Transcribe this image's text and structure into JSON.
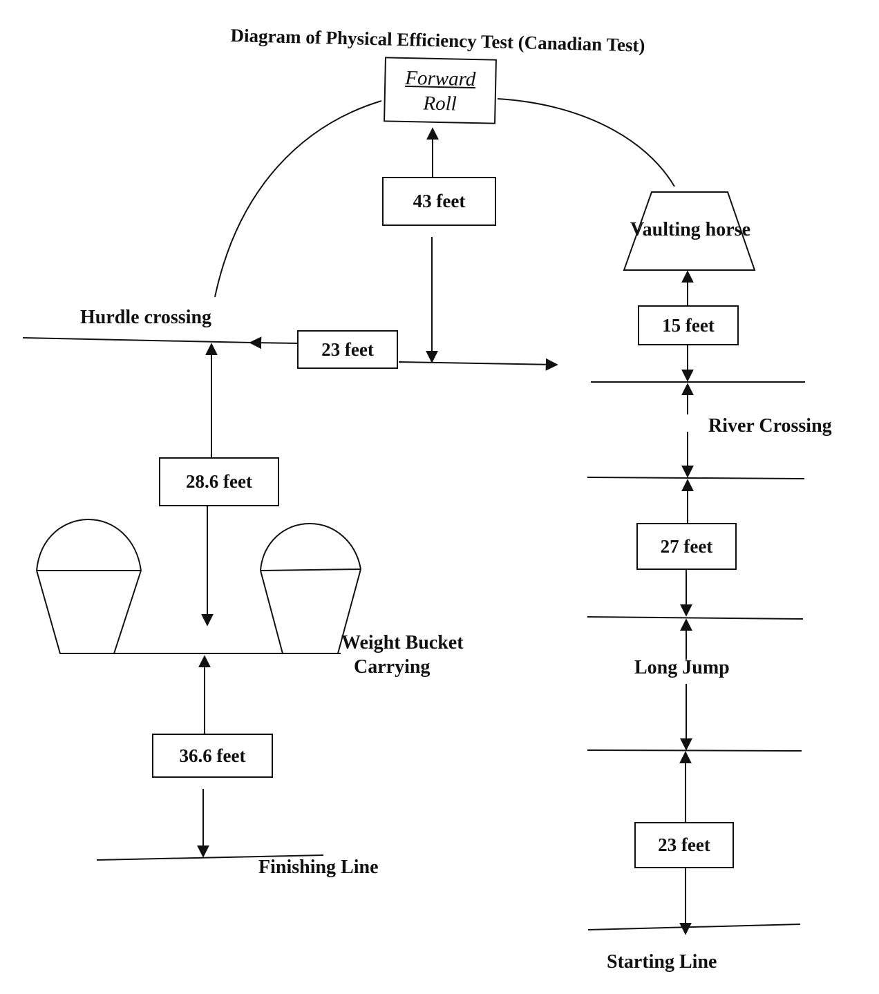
{
  "title": "Diagram of Physical Efficiency Test (Canadian Test)",
  "stations": {
    "forward_roll_line1": "Forward",
    "forward_roll_line2": "Roll",
    "vaulting_horse": "Vaulting horse",
    "hurdle_crossing": "Hurdle crossing",
    "river_crossing": "River Crossing",
    "weight_bucket_line1": "Weight Bucket",
    "weight_bucket_line2": "Carrying",
    "long_jump": "Long Jump",
    "finishing_line": "Finishing Line",
    "starting_line": "Starting Line"
  },
  "distances": {
    "forward_roll_to_midline": "43 feet",
    "midline_to_hurdle": "23 feet",
    "vaulting_to_river": "15 feet",
    "river_to_long_jump": "27 feet",
    "long_jump_to_start": "23 feet",
    "hurdle_to_bucket": "28.6 feet",
    "bucket_to_finish": "36.6 feet"
  }
}
